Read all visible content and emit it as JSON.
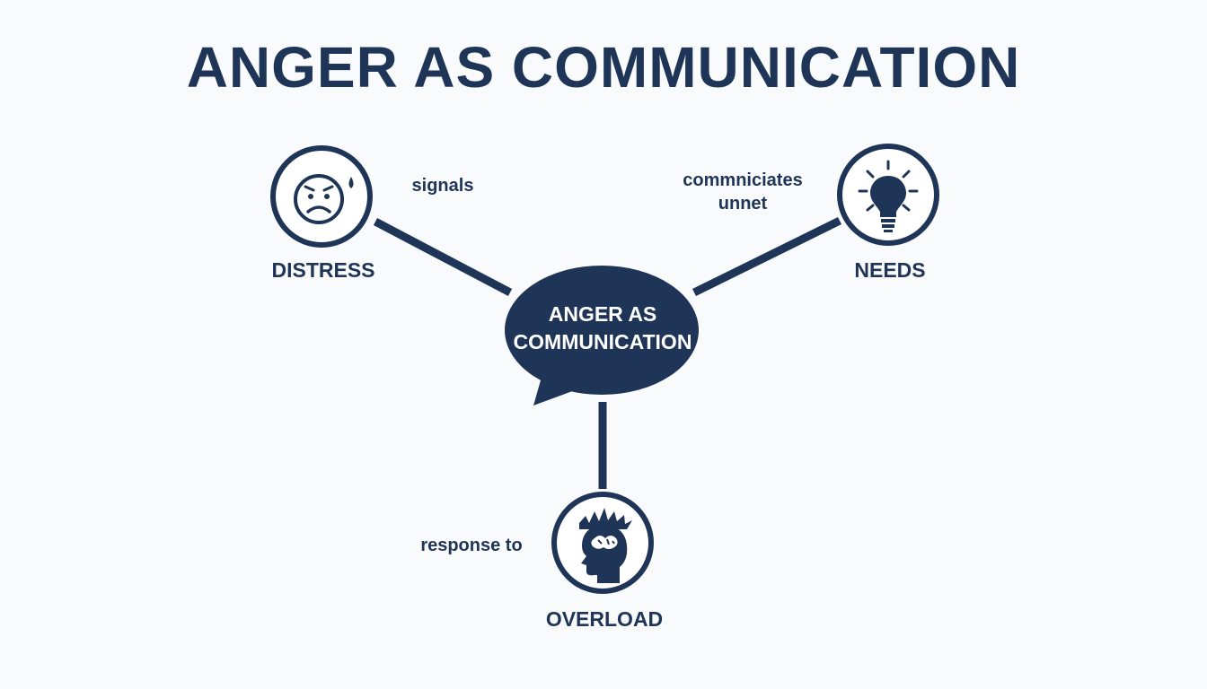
{
  "title": "ANGER AS COMMUNICATION",
  "center": {
    "line1": "ANGER AS",
    "line2": "COMMUNICATION"
  },
  "nodes": {
    "distress": {
      "label": "DISTRESS",
      "icon": "sad-face-icon"
    },
    "needs": {
      "label": "NEEDS",
      "icon": "lightbulb-icon"
    },
    "overload": {
      "label": "OVERLOAD",
      "icon": "overloaded-head-icon"
    }
  },
  "edges": {
    "distress": "signals",
    "needs": {
      "line1": "commniciates",
      "line2": "unnet"
    },
    "overload": "response to"
  },
  "colors": {
    "primary": "#1f3557",
    "background": "#f9fafb"
  }
}
